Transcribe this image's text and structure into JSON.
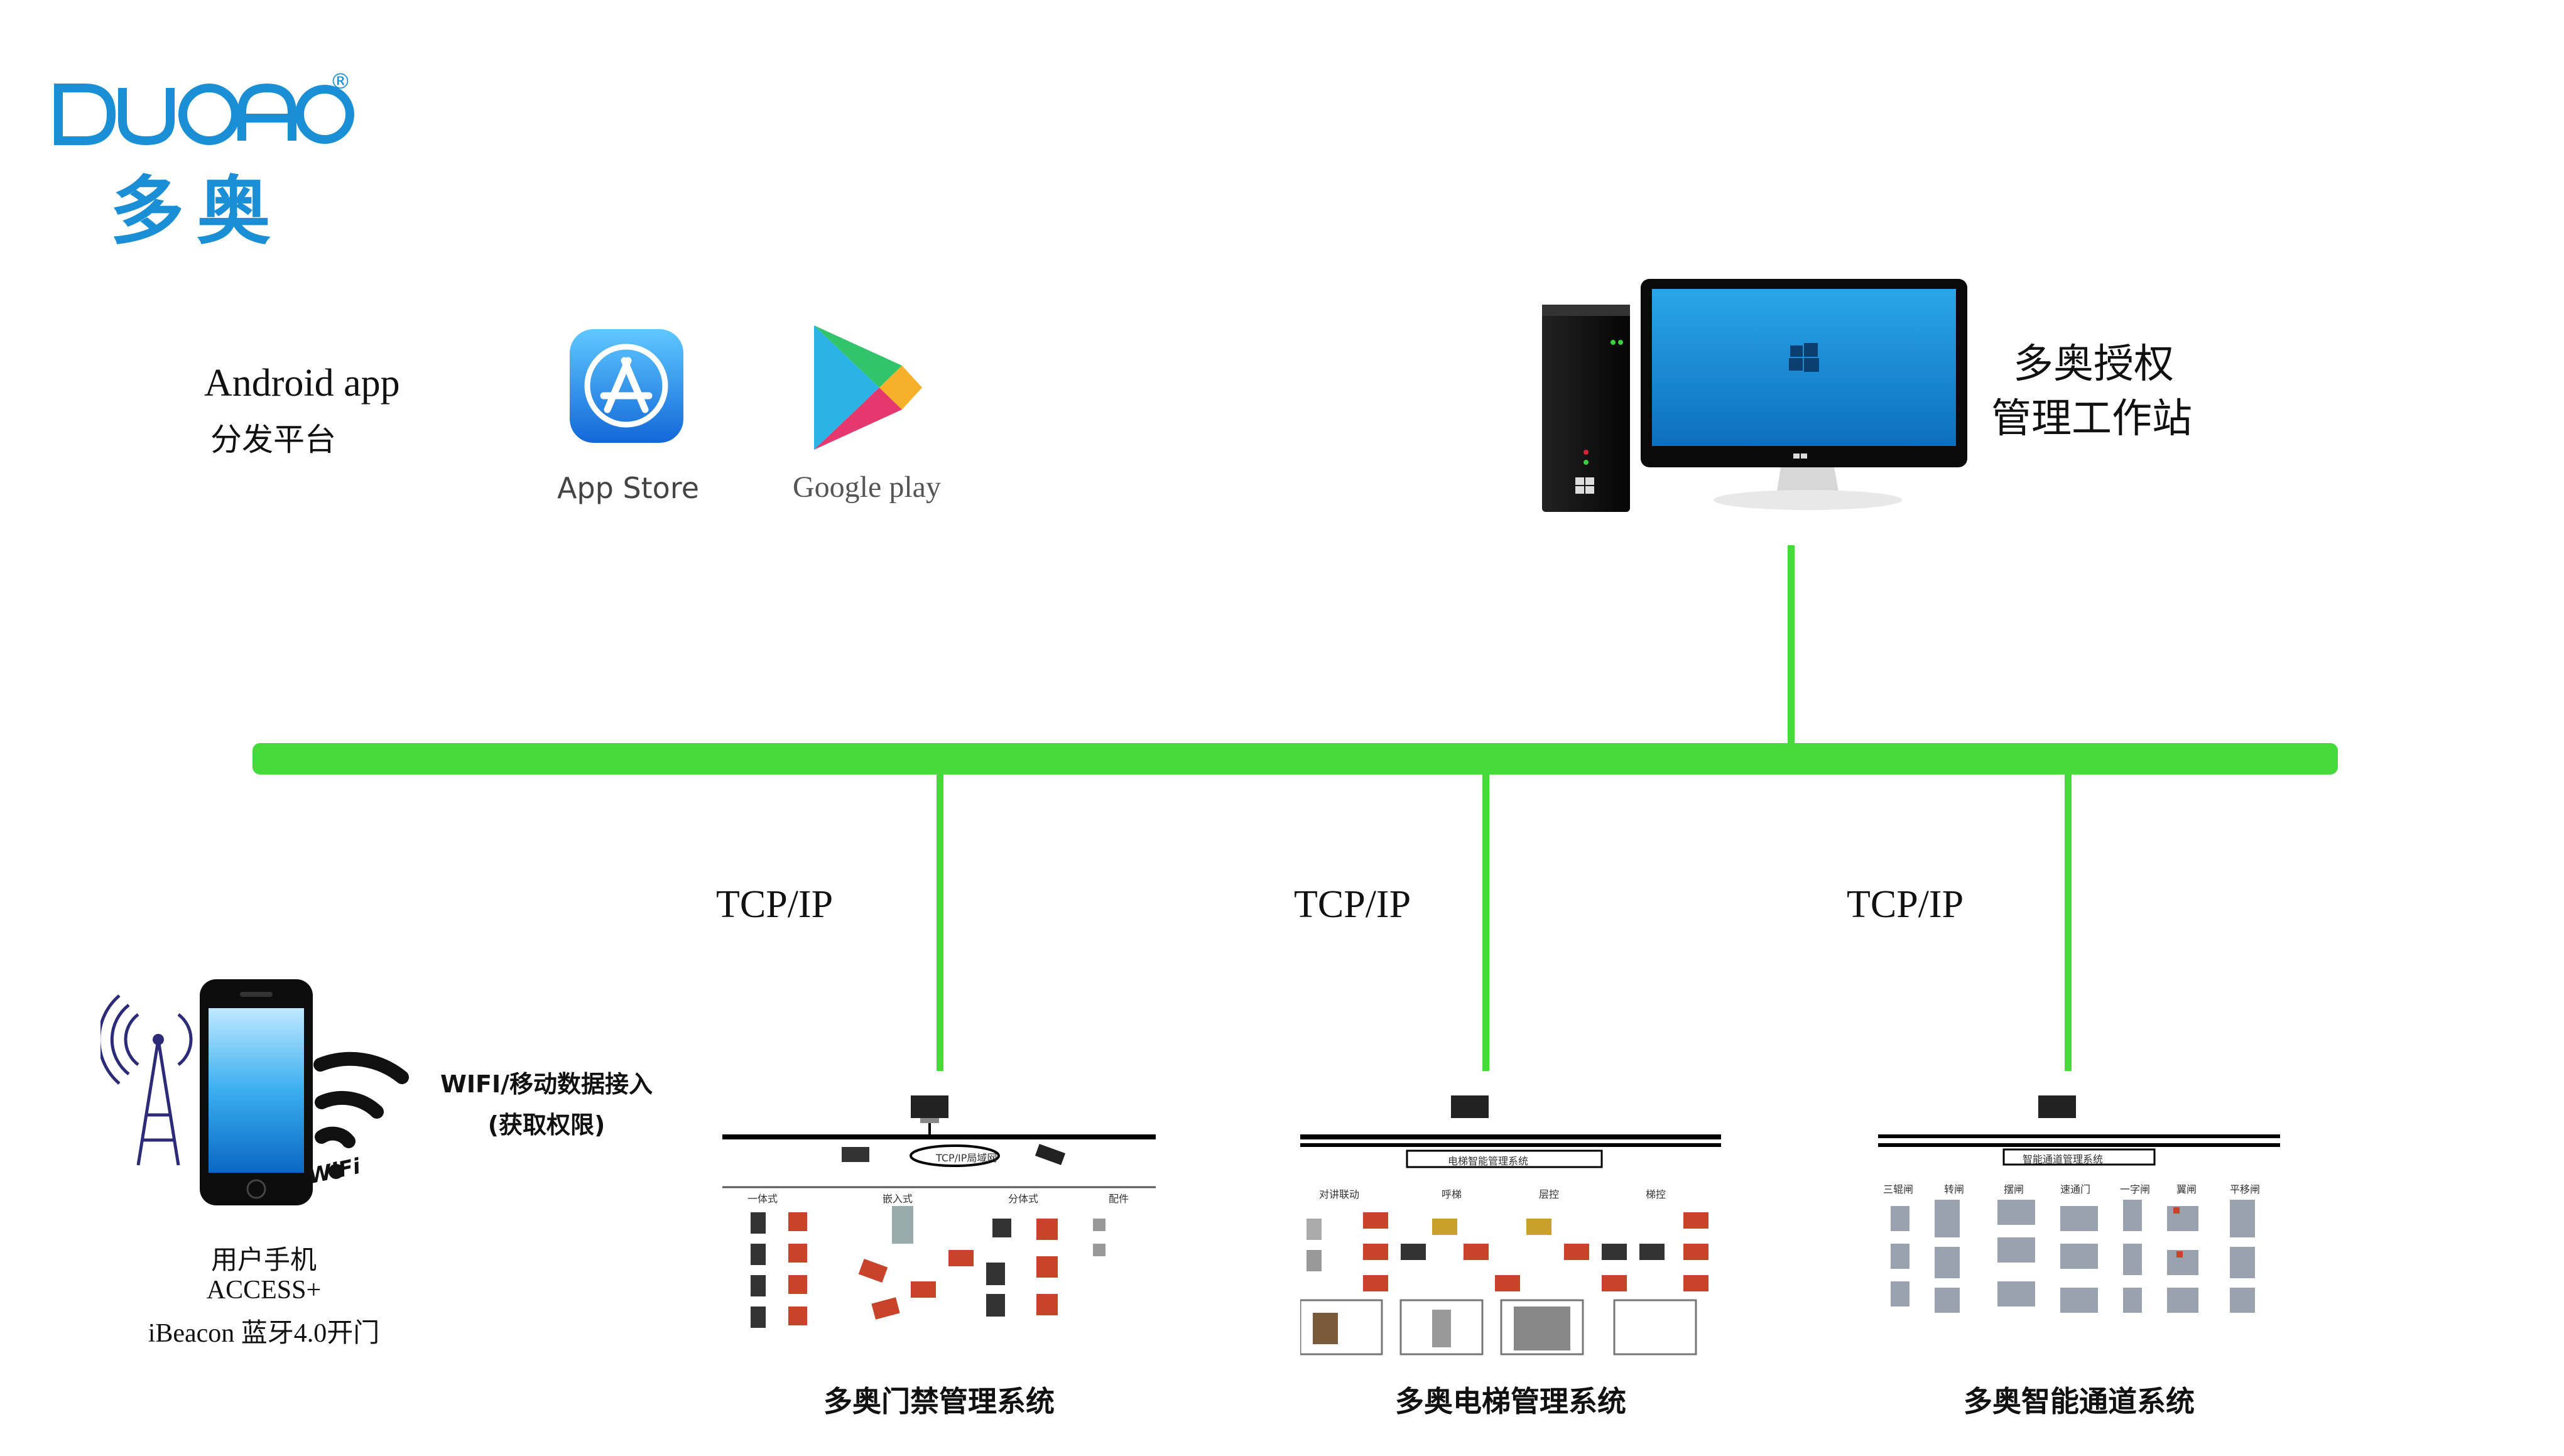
{
  "brand": {
    "logo_text": "DUOAO",
    "registered": "®",
    "cn_name": "多奥",
    "color": "#1a8fd6"
  },
  "distribution": {
    "title": "Android app",
    "subtitle": "分发平台",
    "stores": [
      {
        "label": "App Store",
        "icon": "app-store-icon"
      },
      {
        "label": "Google play",
        "icon": "google-play-icon"
      }
    ]
  },
  "workstation": {
    "line1": "多奥授权",
    "line2": "管理工作站",
    "icon": "desktop-computer-icon"
  },
  "network": {
    "bus_color": "#45d93a",
    "protocol_labels": [
      "TCP/IP",
      "TCP/IP",
      "TCP/IP"
    ]
  },
  "phone": {
    "connect_line1": "WIFI/移动数据接入",
    "connect_line2": "(获取权限)",
    "user_line1": "用户手机",
    "user_line2": "ACCESS+",
    "user_line3": "iBeacon 蓝牙4.0开门",
    "wifi_text": "WiFi"
  },
  "systems": [
    {
      "title": "多奥门禁管理系统",
      "header": "TCP/IP局域网",
      "columns": [
        "一体式",
        "嵌入式",
        "分体式",
        "配件"
      ]
    },
    {
      "title": "多奥电梯管理系统",
      "header": "电梯智能管理系统",
      "columns": [
        "对讲联动",
        "呼梯",
        "层控",
        "梯控"
      ]
    },
    {
      "title": "多奥智能通道系统",
      "header": "智能通道管理系统",
      "columns": [
        "三辊闸",
        "转闸",
        "摆闸",
        "速通门",
        "一字闸",
        "翼闸",
        "平移闸"
      ]
    }
  ]
}
